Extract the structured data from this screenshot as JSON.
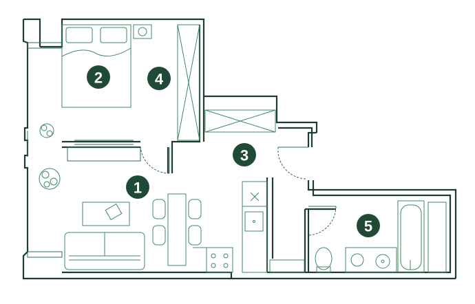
{
  "plan": {
    "rooms": [
      {
        "id": "room-1",
        "number": "1"
      },
      {
        "id": "room-2",
        "number": "2"
      },
      {
        "id": "room-3",
        "number": "3"
      },
      {
        "id": "room-4",
        "number": "4"
      },
      {
        "id": "room-5",
        "number": "5"
      }
    ],
    "colors": {
      "wall": "#1d3d2c",
      "furniture": "#3d8a62",
      "badge": "#1f4a36"
    }
  }
}
